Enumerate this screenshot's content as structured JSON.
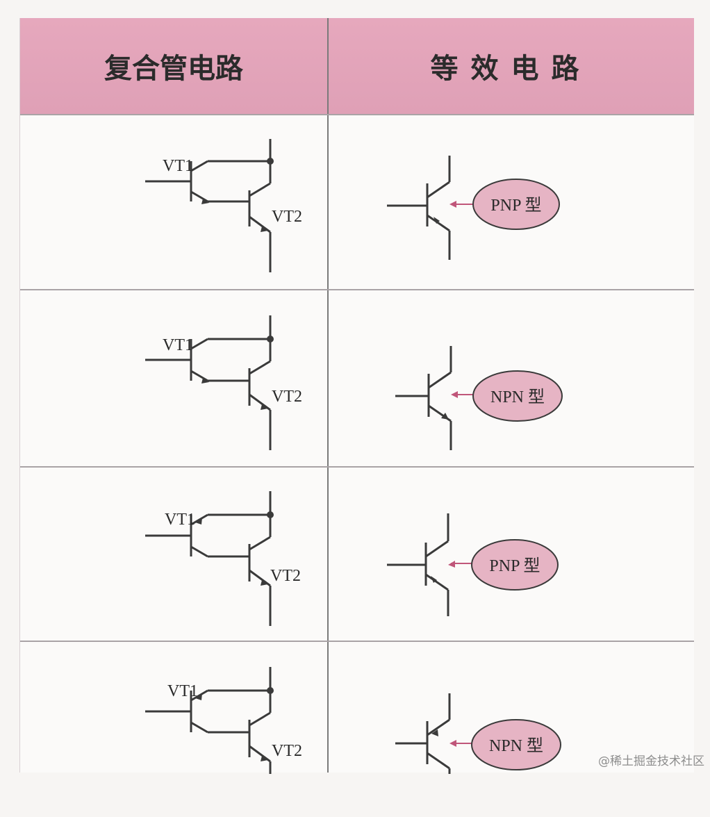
{
  "header": {
    "left": "复合管电路",
    "right": "等效电路"
  },
  "rows": [
    {
      "vt1": "VT1",
      "vt2": "VT2",
      "type": "PNP 型"
    },
    {
      "vt1": "VT1",
      "vt2": "VT2",
      "type": "NPN 型"
    },
    {
      "vt1": "VT1",
      "vt2": "VT2",
      "type": "PNP 型"
    },
    {
      "vt1": "VT1",
      "vt2": "VT2",
      "type": "NPN 型"
    }
  ],
  "watermark": "@稀土掘金技术社区",
  "colors": {
    "header": "#e2a4b9",
    "oval": "#e6b4c4",
    "line": "#3a3a3a",
    "pointer_arrow": "#c0567a"
  }
}
